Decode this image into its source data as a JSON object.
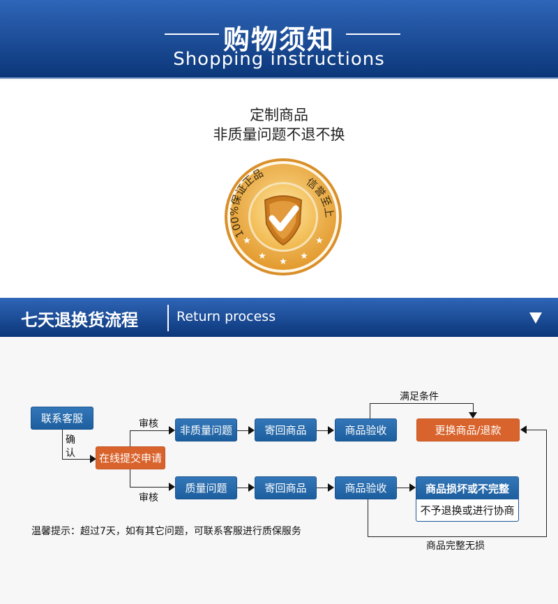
{
  "header": {
    "title": "购物须知",
    "subtitle": "Shopping instructions",
    "bg_top": "#2f66b8",
    "bg_bottom": "#0b3679"
  },
  "notice": {
    "line1": "定制商品",
    "line2": "非质量问题不退不换",
    "badge": {
      "arc_text_left": "100%保证正品",
      "arc_text_right": "信誉至上",
      "icon": "shield-check-icon",
      "stars": 5,
      "color": "#e8a534"
    }
  },
  "section": {
    "title_cn": "七天退换货流程",
    "title_en": "Return process",
    "toggle_icon": "triangle-down-icon"
  },
  "flow": {
    "contact": "联系客服",
    "confirm_label": "确认",
    "submit": "在线提交申请",
    "review_top": "审核",
    "review_bottom": "审核",
    "upper": [
      "非质量问题",
      "寄回商品",
      "商品验收"
    ],
    "lower": [
      "质量问题",
      "寄回商品",
      "商品验收"
    ],
    "condition_label": "满足条件",
    "result": "更换商品/退款",
    "damaged_title": "商品损坏或不完整",
    "damaged_desc": "不予退换或进行协商",
    "intact_label": "商品完整无损",
    "colors": {
      "blue": "#2a6aab",
      "orange": "#d9632c"
    }
  },
  "tip": "温馨提示：超过7天，如有其它问题，可联系客服进行质保服务"
}
